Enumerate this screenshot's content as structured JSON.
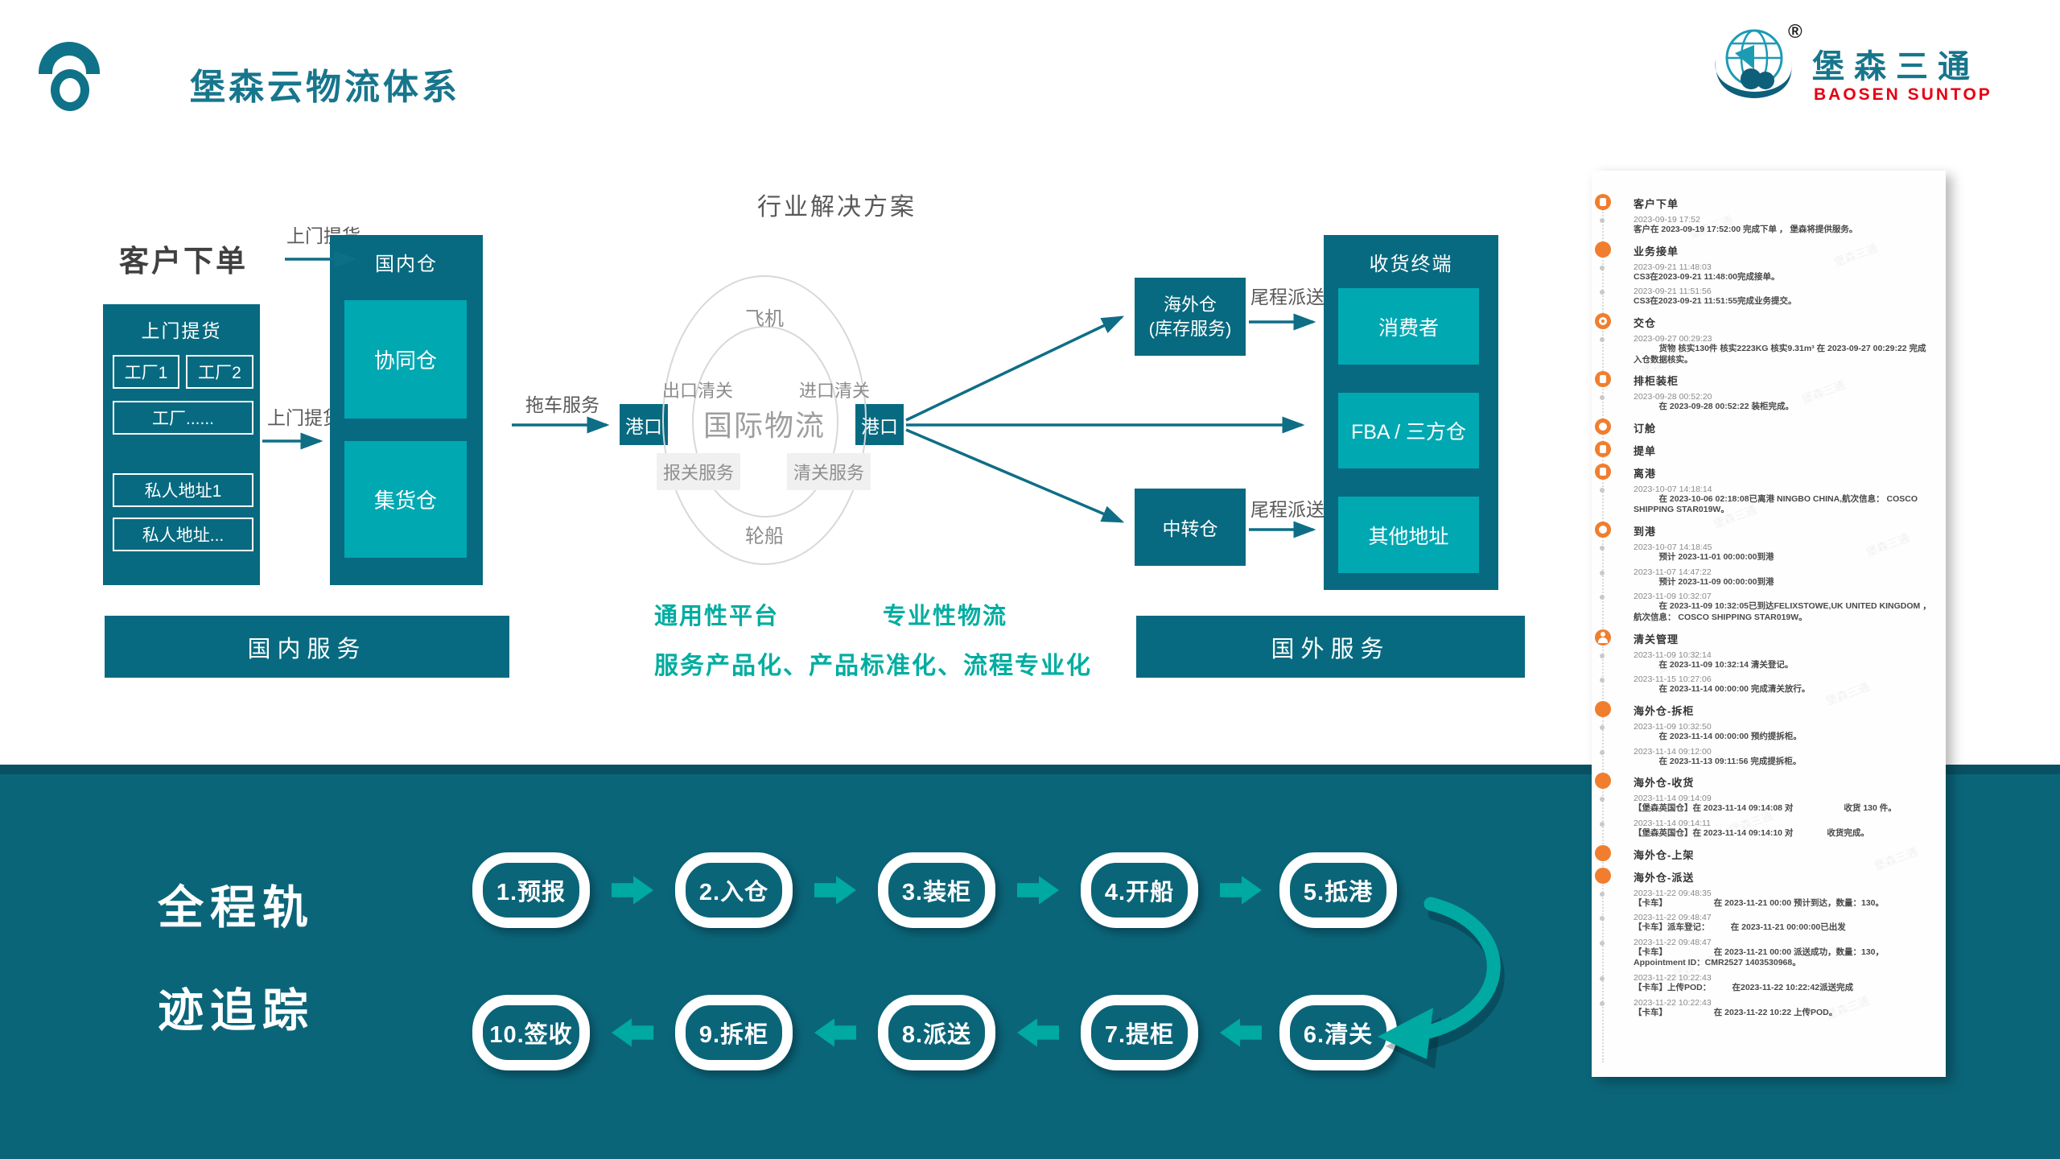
{
  "header": {
    "title": "堡森云物流体系",
    "brand_cn": "堡森三通",
    "brand_en": "BAOSEN SUNTOP",
    "reg_mark": "®"
  },
  "colors": {
    "dark_teal": "#076A80",
    "light_teal": "#00A8B2",
    "accent_cyan": "#00A9A2",
    "slogan_teal": "#00ADA0",
    "title_teal": "#17768C",
    "brand_red": "#E60012",
    "orange": "#F07E2E",
    "gray_text": "#595959"
  },
  "diagram": {
    "section_title": "行业解决方案",
    "customer_order": "客户下单",
    "pickup_label_top": "上门提货",
    "pickup_label_mid": "上门提货",
    "left_panel": {
      "title": "上门提货",
      "items": [
        "工厂1",
        "工厂2",
        "工厂......",
        "私人地址1",
        "私人地址..."
      ]
    },
    "domestic_wh": {
      "title": "国内仓",
      "boxes": [
        "协同仓",
        "集货仓"
      ]
    },
    "domestic_bar": "国内服务",
    "trailer_label": "拖车服务",
    "port_left": "港口",
    "port_right": "港口",
    "circle": {
      "center": "国际物流",
      "top": "飞机",
      "bottom": "轮船",
      "left": "出口清关",
      "right": "进口清关",
      "chip_left": "报关服务",
      "chip_right": "清关服务"
    },
    "overseas_wh": "海外仓",
    "overseas_wh_sub": "(库存服务)",
    "transit_wh": "中转仓",
    "last_mile_top": "尾程派送",
    "last_mile_bottom": "尾程派送",
    "terminal": {
      "title": "收货终端",
      "boxes": [
        "消费者",
        "FBA / 三方仓",
        "其他地址"
      ]
    },
    "overseas_bar": "国外服务",
    "slogan_left": "通用性平台",
    "slogan_right": "专业性物流",
    "slogan_bottom": "服务产品化、产品标准化、流程专业化"
  },
  "tracking": {
    "title_line1": "全程轨",
    "title_line2": "迹追踪",
    "steps_row1": [
      "1.预报",
      "2.入仓",
      "3.装柜",
      "4.开船",
      "5.抵港"
    ],
    "steps_row2": [
      "10.签收",
      "9.拆柜",
      "8.派送",
      "7.提柜",
      "6.清关"
    ]
  },
  "timeline": {
    "watermark": "堡森三通",
    "groups": [
      {
        "title": "客户下单",
        "icon": "doc",
        "entries": [
          {
            "time": "2023-09-19 17:52",
            "desc": "客户在 2023-09-19 17:52:00 完成下单 ， 堡森将提供服务。"
          }
        ]
      },
      {
        "title": "业务接单",
        "icon": "solid",
        "entries": [
          {
            "time": "2023-09-21 11:48:03",
            "desc": "CS3在2023-09-21 11:48:00完成接单。"
          },
          {
            "time": "2023-09-21 11:51:56",
            "desc": "CS3在2023-09-21 11:51:55完成业务提交。"
          }
        ]
      },
      {
        "title": "交仓",
        "icon": "target",
        "entries": [
          {
            "time": "2023-09-27 00:29:23",
            "desc": "　　　货物 核实130件 核实2223KG 核实9.31m³ 在 2023-09-27 00:29:22 完成入仓数据核实。"
          }
        ]
      },
      {
        "title": "排柜装柜",
        "icon": "doc",
        "entries": [
          {
            "time": "2023-09-28 00:52:20",
            "desc": "　　　在 2023-09-28 00:52:22 装柜完成。"
          }
        ]
      },
      {
        "title": "订舱",
        "icon": "ring",
        "entries": []
      },
      {
        "title": "提单",
        "icon": "doc",
        "entries": []
      },
      {
        "title": "离港",
        "icon": "doc",
        "entries": [
          {
            "time": "2023-10-07 14:18:14",
            "desc": "　　　在 2023-10-06 02:18:08已离港 NINGBO CHINA,航次信息： COSCO SHIPPING STAR019W。"
          }
        ]
      },
      {
        "title": "到港",
        "icon": "ring",
        "entries": [
          {
            "time": "2023-10-07 14:18:45",
            "desc": "　　　预计 2023-11-01 00:00:00到港"
          },
          {
            "time": "2023-11-07 14:47:22",
            "desc": "　　　预计 2023-11-09 00:00:00到港"
          },
          {
            "time": "2023-11-09 10:32:07",
            "desc": "　　　在 2023-11-09 10:32:05已到达FELIXSTOWE,UK UNITED KINGDOM ，航次信息： COSCO SHIPPING STAR019W。"
          }
        ]
      },
      {
        "title": "清关管理",
        "icon": "person",
        "entries": [
          {
            "time": "2023-11-09 10:32:14",
            "desc": "　　　在 2023-11-09 10:32:14 清关登记。"
          },
          {
            "time": "2023-11-15 10:27:06",
            "desc": "　　　在 2023-11-14 00:00:00 完成清关放行。"
          }
        ]
      },
      {
        "title": "海外仓-拆柜",
        "icon": "solid",
        "entries": [
          {
            "time": "2023-11-09 10:32:50",
            "desc": "　　　在 2023-11-14 00:00:00 预约提拆柜。"
          },
          {
            "time": "2023-11-14 09:12:00",
            "desc": "　　　在 2023-11-13 09:11:56 完成提拆柜。"
          }
        ]
      },
      {
        "title": "海外仓-收货",
        "icon": "solid",
        "entries": [
          {
            "time": "2023-11-14 09:14:09",
            "desc": "【堡森英国仓】在 2023-11-14 09:14:08 对　　　　　　收货 130 件。"
          },
          {
            "time": "2023-11-14 09:14:11",
            "desc": "【堡森英国仓】在 2023-11-14 09:14:10 对　　　　收货完成。"
          }
        ]
      },
      {
        "title": "海外仓-上架",
        "icon": "solid",
        "entries": []
      },
      {
        "title": "海外仓-派送",
        "icon": "solid",
        "entries": [
          {
            "time": "2023-11-22 09:48:35",
            "desc": "【卡车】　　　　　　在 2023-11-21 00:00 预计到达，数量：130。"
          },
          {
            "time": "2023-11-22 09:48:47",
            "desc": "【卡车】派车登记：　　　在 2023-11-21 00:00:00已出发"
          },
          {
            "time": "2023-11-22 09:48:47",
            "desc": "【卡车】　　　　　　在 2023-11-21 00:00 派送成功，数量：130，Appointment ID：CMR2527 1403530968。"
          },
          {
            "time": "2023-11-22 10:22:43",
            "desc": "【卡车】上传POD：　　　在2023-11-22 10:22:42派送完成"
          },
          {
            "time": "2023-11-22 10:22:43",
            "desc": "【卡车】　　　　　　在 2023-11-22 10:22 上传POD。"
          }
        ]
      }
    ]
  }
}
